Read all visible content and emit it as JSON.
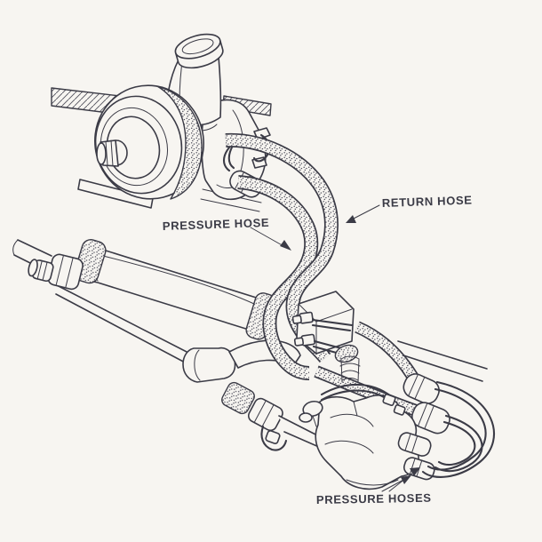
{
  "figure": {
    "labels": {
      "pressure_hose": "PRESSURE HOSE",
      "return_hose": "RETURN HOSE",
      "pressure_hoses": "PRESSURE HOSES"
    },
    "colors": {
      "paper": "#f7f5f1",
      "ink": "#3b3b46",
      "stipple": "#52525e"
    }
  }
}
